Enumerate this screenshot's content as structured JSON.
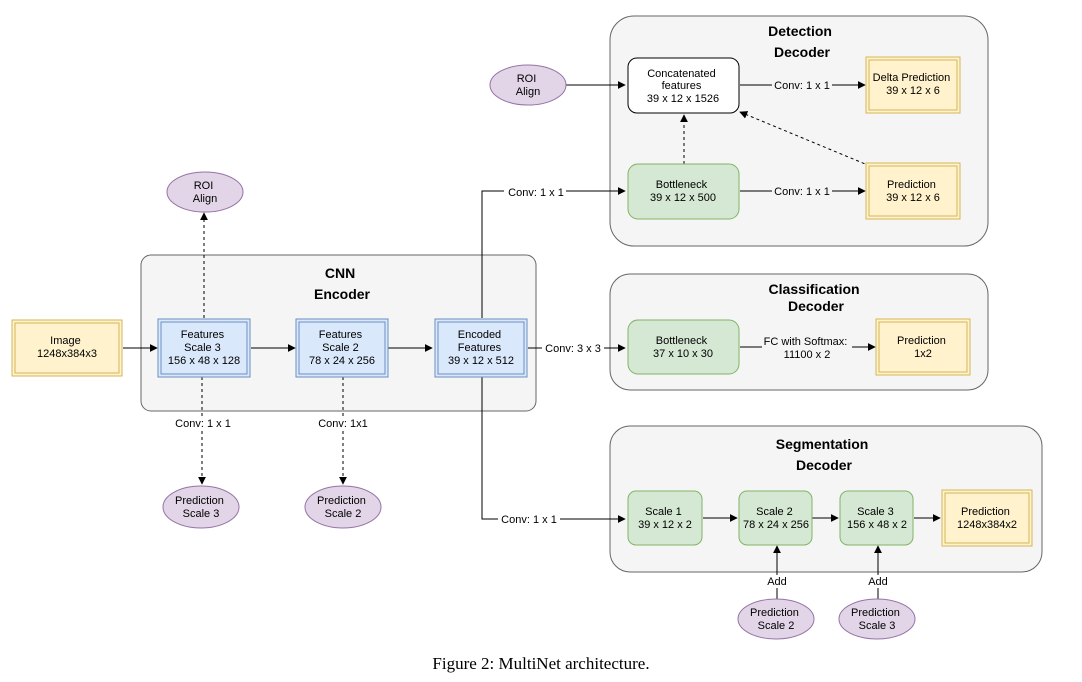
{
  "groups": {
    "detection": [
      "Detection",
      "Decoder"
    ],
    "encoder": [
      "CNN",
      "Encoder"
    ],
    "classification": [
      "Classification",
      "Decoder"
    ],
    "segmentation": [
      "Segmentation",
      "Decoder"
    ]
  },
  "nodes": {
    "image": [
      "Image",
      "1248x384x3"
    ],
    "feat3": [
      "Features",
      "Scale 3",
      "156 x 48 x 128"
    ],
    "feat2": [
      "Features",
      "Scale 2",
      "78 x 24 x 256"
    ],
    "encoded": [
      "Encoded",
      "Features",
      "39 x 12 x 512"
    ],
    "roi_top": [
      "ROI",
      "Align"
    ],
    "roi_det": [
      "ROI",
      "Align"
    ],
    "concat": [
      "Concatenated",
      "features",
      "39 x 12 x 1526"
    ],
    "delta": [
      "Delta Prediction",
      "39 x 12 x 6"
    ],
    "det_bottleneck": [
      "Bottleneck",
      "39 x 12 x 500"
    ],
    "det_pred": [
      "Prediction",
      "39 x 12 x 6"
    ],
    "cls_bottleneck": [
      "Bottleneck",
      "37 x 10 x 30"
    ],
    "cls_pred": [
      "Prediction",
      "1x2"
    ],
    "seg1": [
      "Scale 1",
      "39 x 12 x 2"
    ],
    "seg2": [
      "Scale 2",
      "78 x 24 x 256"
    ],
    "seg3": [
      "Scale 3",
      "156 x 48 x 2"
    ],
    "seg_pred": [
      "Prediction",
      "1248x384x2"
    ],
    "pred_s3": [
      "Prediction",
      "Scale 3"
    ],
    "pred_s2": [
      "Prediction",
      "Scale 2"
    ],
    "add_pred2": [
      "Prediction",
      "Scale 2"
    ],
    "add_pred3": [
      "Prediction",
      "Scale 3"
    ]
  },
  "edge_labels": {
    "conv_det": "Conv: 1 x 1",
    "conv_concat_delta": "Conv: 1 x 1",
    "conv_bn_pred": "Conv: 1 x 1",
    "conv_cls": "Conv: 3 x 3",
    "fc": [
      "FC with Softmax:",
      "11100 x 2"
    ],
    "conv_f3": "Conv: 1 x 1",
    "conv_f2": "Conv: 1x1",
    "conv_seg": "Conv: 1 x 1",
    "add1": "Add",
    "add2": "Add"
  },
  "colors": {
    "blue_fill": "#dae8fc",
    "blue_stroke": "#6c8ebf",
    "yellow_fill": "#fff2cc",
    "yellow_stroke": "#d6b656",
    "green_fill": "#d5e8d4",
    "green_stroke": "#82b366",
    "purple_fill": "#e1d5e7",
    "purple_stroke": "#9673a6",
    "group_fill": "#f5f5f5",
    "group_stroke": "#666666"
  },
  "caption": "Figure 2: MultiNet architecture."
}
